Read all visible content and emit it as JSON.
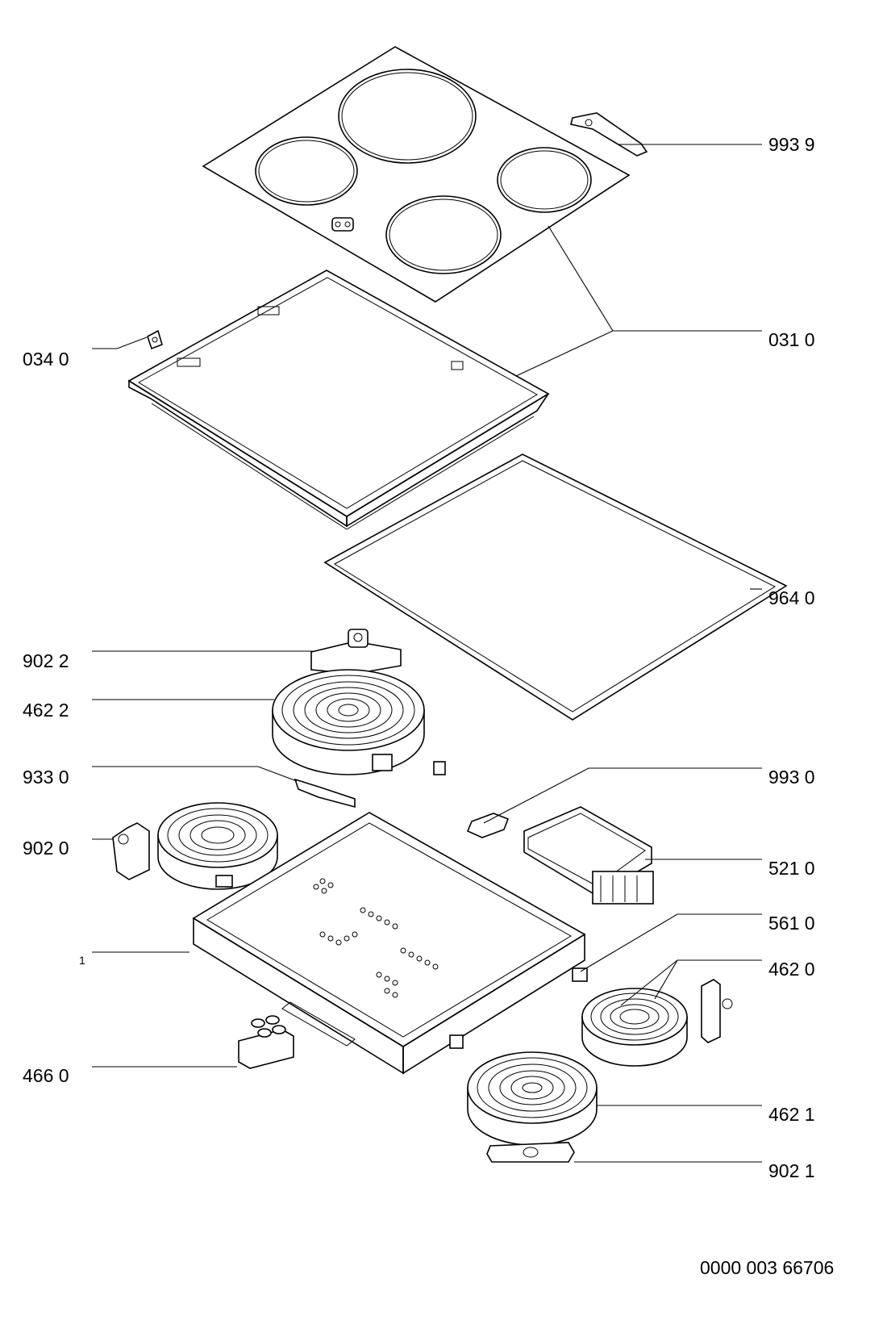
{
  "parts": [
    {
      "id": "p9939",
      "label": "993 9"
    },
    {
      "id": "p0310",
      "label": "031 0"
    },
    {
      "id": "p0340",
      "label": "034 0"
    },
    {
      "id": "p9640",
      "label": "964 0"
    },
    {
      "id": "p9022",
      "label": "902 2"
    },
    {
      "id": "p4622",
      "label": "462 2"
    },
    {
      "id": "p9330",
      "label": "933 0"
    },
    {
      "id": "p9930",
      "label": "993 0"
    },
    {
      "id": "p9020",
      "label": "902 0"
    },
    {
      "id": "p5210",
      "label": "521 0"
    },
    {
      "id": "p5610",
      "label": "561 0"
    },
    {
      "id": "p1",
      "label": "1"
    },
    {
      "id": "p4620",
      "label": "462 0"
    },
    {
      "id": "p4660",
      "label": "466 0"
    },
    {
      "id": "p4621",
      "label": "462 1"
    },
    {
      "id": "p9021",
      "label": "902 1"
    }
  ],
  "document_number": "0000 003 66706"
}
